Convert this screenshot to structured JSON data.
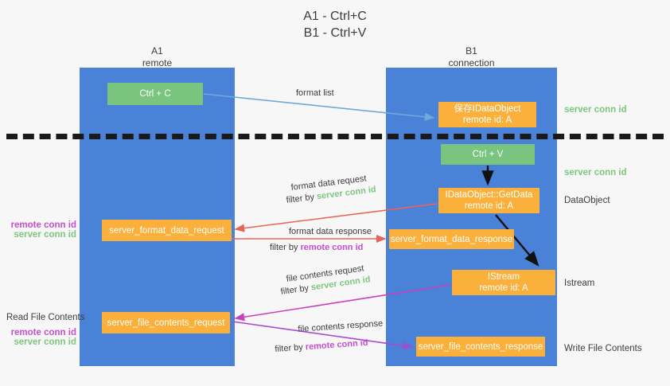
{
  "title": {
    "line1": "A1 - Ctrl+C",
    "line2": "B1 - Ctrl+V"
  },
  "lanes": [
    {
      "id": "a1",
      "name": "A1",
      "subtitle": "remote"
    },
    {
      "id": "b1",
      "name": "B1",
      "subtitle": "connection"
    }
  ],
  "boxes": {
    "ctrl_c": {
      "line1": "Ctrl + C",
      "line2": "",
      "color": "#79c47e"
    },
    "save_idataobject": {
      "line1": "保存IDataObject",
      "line2": "remote id: A",
      "color": "#fbb03b"
    },
    "ctrl_v": {
      "line1": "Ctrl + V",
      "line2": "",
      "color": "#79c47e"
    },
    "getdata": {
      "line1": "IDataObject::GetData",
      "line2": "remote id: A",
      "color": "#fbb03b"
    },
    "server_format_data_request": {
      "line1": "server_format_data_request",
      "line2": "",
      "color": "#fbb03b"
    },
    "server_format_data_response": {
      "line1": "server_format_data_response",
      "line2": "",
      "color": "#fbb03b"
    },
    "istream": {
      "line1": "IStream",
      "line2": "remote id: A",
      "color": "#fbb03b"
    },
    "server_file_contents_request": {
      "line1": "server_file_contents_request",
      "line2": "",
      "color": "#fbb03b"
    },
    "server_file_contents_response": {
      "line1": "server_file_contents_response",
      "line2": "",
      "color": "#fbb03b"
    }
  },
  "right_labels": {
    "server_conn_id_1": "server conn id",
    "server_conn_id_2": "server conn id",
    "dataobject": "DataObject",
    "istream": "Istream",
    "write_file_contents": "Write File Contents"
  },
  "left_labels": {
    "remote_conn_id_1": "remote conn id",
    "server_conn_id_1": "server conn id",
    "read_file_contents": "Read File Contents",
    "remote_conn_id_2": "remote conn id",
    "server_conn_id_2": "server conn id"
  },
  "edges": {
    "format_list": "format list",
    "format_data_request": "format data request",
    "format_data_request_filter_prefix": "filter by ",
    "format_data_request_filter_key": "server conn id",
    "format_data_response": "format data response",
    "format_data_response_filter_prefix": "filter by ",
    "format_data_response_filter_key": "remote conn id",
    "file_contents_request": "file contents request",
    "file_contents_request_filter_prefix": "filter by ",
    "file_contents_request_filter_key": "server conn id",
    "file_contents_response": "file contents response",
    "file_contents_response_filter_prefix": "filter by ",
    "file_contents_response_filter_key": "remote conn id"
  },
  "colors": {
    "lane": "#4a82d8",
    "green_box": "#79c47e",
    "orange_box": "#fbb03b",
    "server_conn_id": "#7dc67f",
    "remote_conn_id": "#c44fd1",
    "arrow_blue": "#6fa8dc",
    "arrow_red": "#e8645a",
    "arrow_magenta": "#cc3fbf",
    "arrow_purple": "#9b4fd1",
    "arrow_black": "#111111",
    "background": "#f7f7f7"
  }
}
